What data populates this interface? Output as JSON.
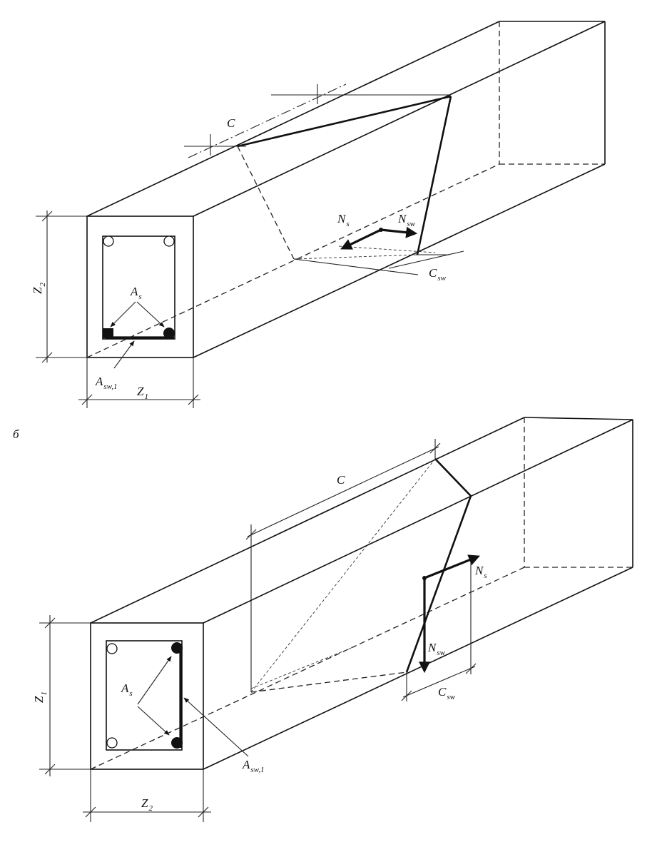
{
  "diagram_a": {
    "label_c": "C",
    "label_ns": "N",
    "label_ns_sub": "s",
    "label_nsw": "N",
    "label_nsw_sub": "sw",
    "label_csw": "C",
    "label_csw_sub": "sw",
    "label_as": "A",
    "label_as_sub": "s",
    "label_asw1": "A",
    "label_asw1_sub": "sw,1",
    "label_z1": "Z",
    "label_z1_sub": "1",
    "label_z2": "Z",
    "label_z2_sub": "2"
  },
  "panel_b_label": "б",
  "diagram_b": {
    "label_c": "C",
    "label_ns": "N",
    "label_ns_sub": "s",
    "label_nsw": "N",
    "label_nsw_sub": "sw",
    "label_csw": "C",
    "label_csw_sub": "sw",
    "label_as": "A",
    "label_as_sub": "s",
    "label_asw1": "A",
    "label_asw1_sub": "sw,1",
    "label_z1": "Z",
    "label_z1_sub": "1",
    "label_z2": "Z",
    "label_z2_sub": "2"
  }
}
